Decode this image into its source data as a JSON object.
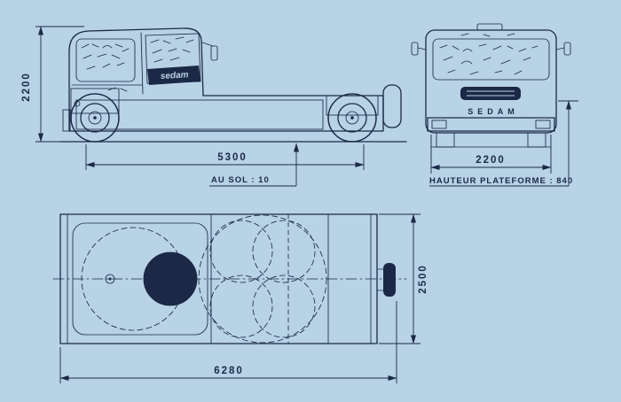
{
  "colors": {
    "paper": "#b8d2e6",
    "ink": "#1b2946"
  },
  "side_view": {
    "height_dim": "2200",
    "wheelbase_dim": "5300",
    "ground_clearance_label": "AU SOL : 10",
    "brand_label": "sedam"
  },
  "rear_view": {
    "width_dim": "2200",
    "platform_height_label": "HAUTEUR PLATEFORME : 840",
    "brand_label": "SEDAM"
  },
  "plan_view": {
    "width_dim": "2500",
    "overall_length_dim": "6280"
  }
}
